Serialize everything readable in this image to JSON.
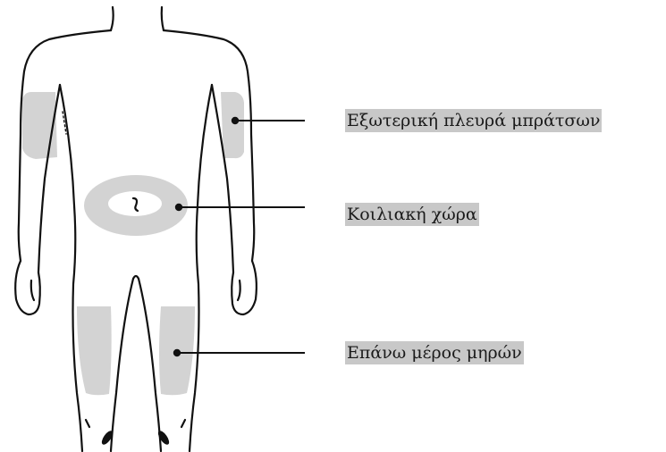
{
  "colors": {
    "outline": "#111111",
    "zone": "#d3d3d3",
    "label_highlight": "#c8c8c8"
  },
  "labels": {
    "arms": "Εξωτερική πλευρά μπράτσων",
    "abdomen": "Κοιλιακή χώρα",
    "thighs": "Επάνω μέρος μηρών"
  }
}
